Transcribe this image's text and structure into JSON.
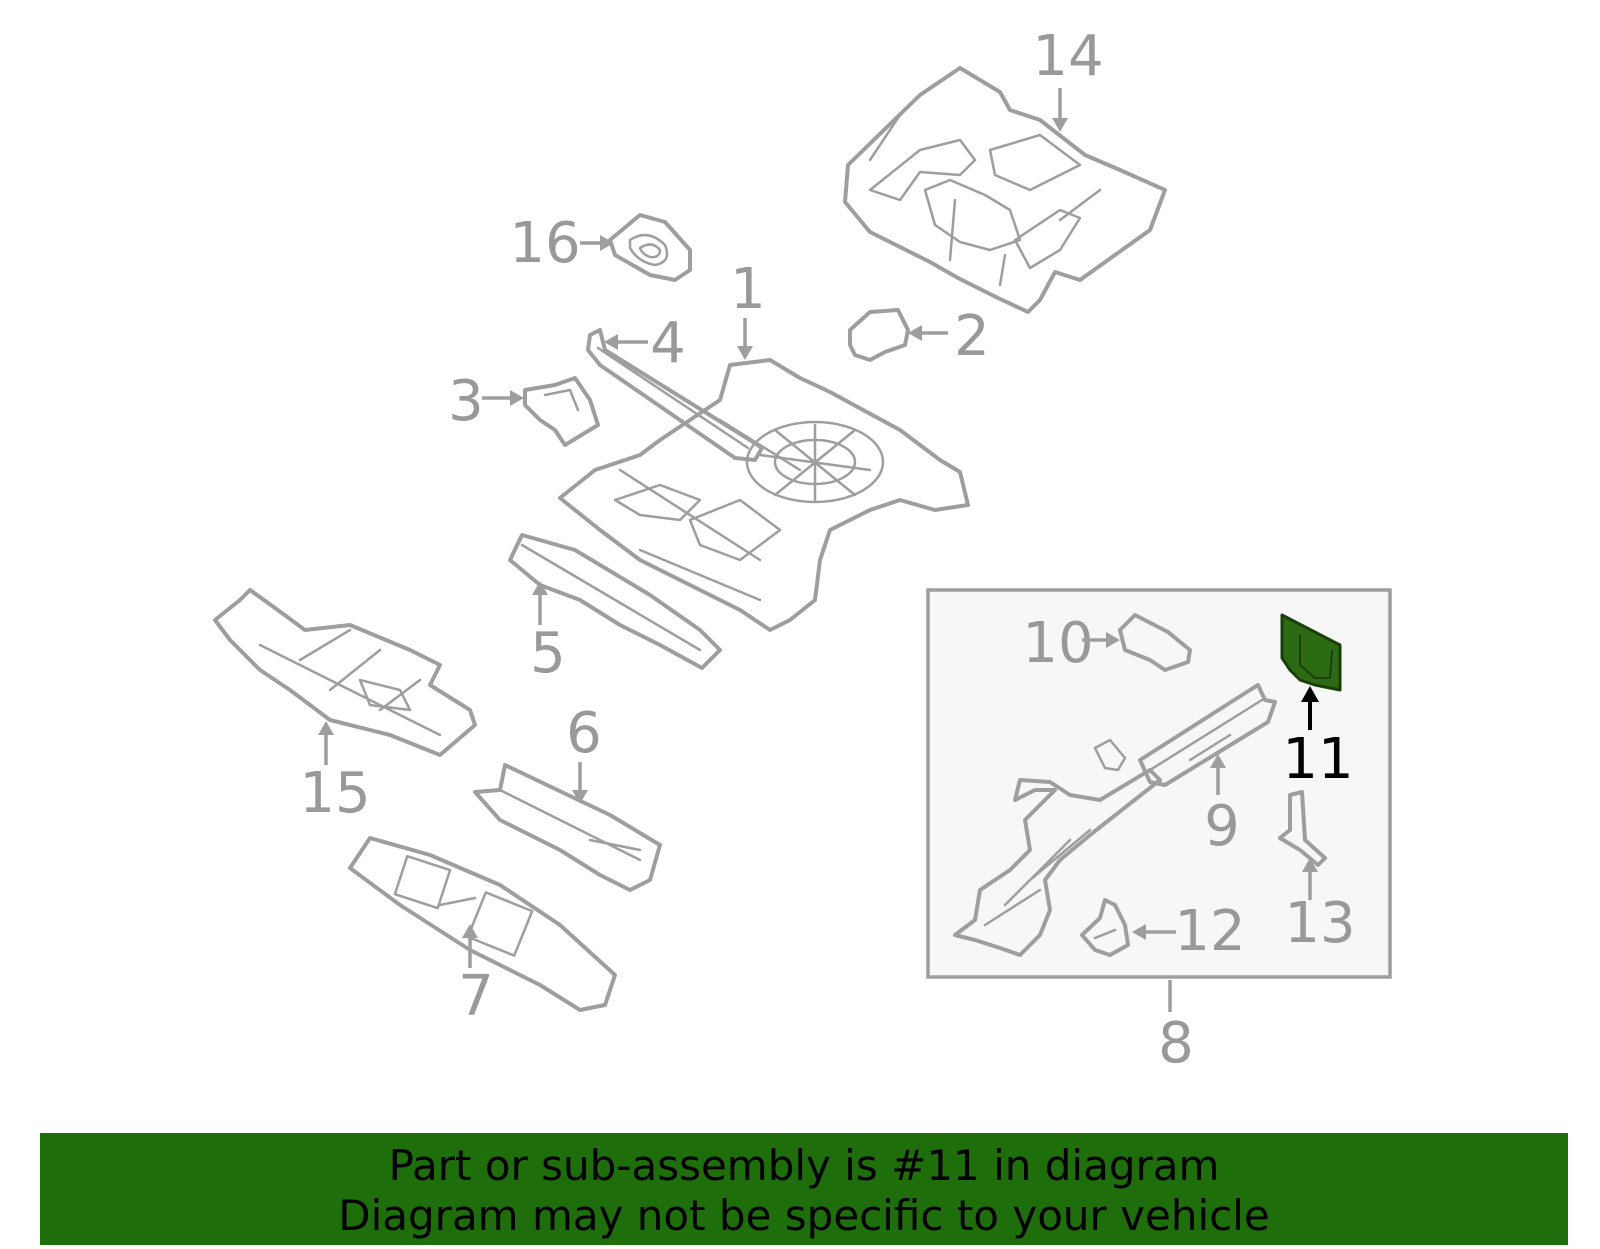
{
  "diagram": {
    "callouts": [
      {
        "id": "14",
        "label": "14"
      },
      {
        "id": "16",
        "label": "16"
      },
      {
        "id": "1",
        "label": "1"
      },
      {
        "id": "4",
        "label": "4"
      },
      {
        "id": "2",
        "label": "2"
      },
      {
        "id": "3",
        "label": "3"
      },
      {
        "id": "5",
        "label": "5"
      },
      {
        "id": "15",
        "label": "15"
      },
      {
        "id": "6",
        "label": "6"
      },
      {
        "id": "7",
        "label": "7"
      },
      {
        "id": "10",
        "label": "10"
      },
      {
        "id": "11",
        "label": "11"
      },
      {
        "id": "9",
        "label": "9"
      },
      {
        "id": "13",
        "label": "13"
      },
      {
        "id": "12",
        "label": "12"
      },
      {
        "id": "8",
        "label": "8"
      }
    ],
    "highlighted_part": "11",
    "colors": {
      "part_stroke": "#9e9e9e",
      "label": "#999999",
      "highlight_fill": "#2d6a14",
      "highlight_label": "#000000",
      "inset_bg": "#f7f7f7",
      "banner_bg": "#1e6e0c"
    }
  },
  "banner": {
    "line1": "Part or sub-assembly is #11 in diagram",
    "line2": "Diagram may not be specific to your vehicle"
  }
}
